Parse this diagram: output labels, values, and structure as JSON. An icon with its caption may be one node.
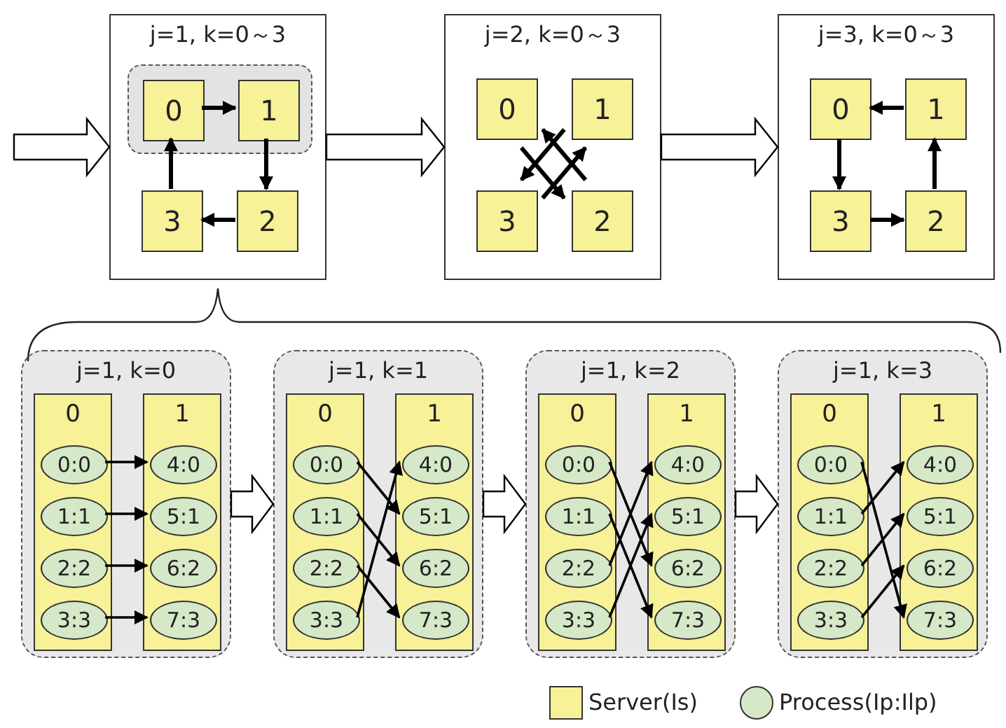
{
  "diagram": {
    "nodes": [
      {
        "text": [
          "j=1, k=0～3"
        ]
      },
      {
        "text": [],
        "shape": "box",
        "in": 0
      },
      {
        "text": [
          "0"
        ],
        "in": 1
      },
      {
        "text": [
          "1"
        ],
        "in": 1
      },
      {
        "text": [
          "3"
        ],
        "in": 0
      },
      {
        "text": [
          "2"
        ],
        "in": 0
      },
      {
        "text": [
          "j=2, k=0～3"
        ]
      },
      {
        "text": [
          "0"
        ],
        "in": 6
      },
      {
        "text": [
          "1"
        ],
        "in": 6
      },
      {
        "text": [
          "3"
        ],
        "in": 6
      },
      {
        "text": [
          "2"
        ],
        "in": 6
      },
      {
        "text": [
          "j=3, k=0～3"
        ]
      },
      {
        "text": [
          "0"
        ],
        "in": 11
      },
      {
        "text": [
          "1"
        ],
        "in": 11
      },
      {
        "text": [
          "3"
        ],
        "in": 11
      },
      {
        "text": [
          "2"
        ],
        "in": 11
      },
      {
        "text": [
          "j=1, k=0"
        ]
      },
      {
        "text": [
          "0"
        ],
        "in": 16
      },
      {
        "text": [
          "0:0"
        ],
        "in": 17
      },
      {
        "text": [
          "1:1"
        ],
        "in": 17
      },
      {
        "text": [
          "2:2"
        ],
        "in": 17
      },
      {
        "text": [
          "3:3"
        ],
        "in": 17
      },
      {
        "text": [
          "1"
        ],
        "in": 16
      },
      {
        "text": [
          "4:0"
        ],
        "in": 22
      },
      {
        "text": [
          "5:1"
        ],
        "in": 22
      },
      {
        "text": [
          "6:2"
        ],
        "in": 22
      },
      {
        "text": [
          "7:3"
        ],
        "in": 22
      },
      {
        "text": [
          "j=1, k=1"
        ]
      },
      {
        "text": [
          "0"
        ],
        "in": 27
      },
      {
        "text": [
          "0:0"
        ],
        "in": 28
      },
      {
        "text": [
          "1:1"
        ],
        "in": 28
      },
      {
        "text": [
          "2:2"
        ],
        "in": 28
      },
      {
        "text": [
          "3:3"
        ],
        "in": 28
      },
      {
        "text": [
          "1"
        ],
        "in": 27
      },
      {
        "text": [
          "4:0"
        ],
        "in": 33
      },
      {
        "text": [
          "5:1"
        ],
        "in": 33
      },
      {
        "text": [
          "6:2"
        ],
        "in": 33
      },
      {
        "text": [
          "7:3"
        ],
        "in": 33
      },
      {
        "text": [
          "j=1, k=2"
        ]
      },
      {
        "text": [
          "0"
        ],
        "in": 38
      },
      {
        "text": [
          "0:0"
        ],
        "in": 39
      },
      {
        "text": [
          "1:1"
        ],
        "in": 39
      },
      {
        "text": [
          "2:2"
        ],
        "in": 39
      },
      {
        "text": [
          "3:3"
        ],
        "in": 39
      },
      {
        "text": [
          "1"
        ],
        "in": 38
      },
      {
        "text": [
          "4:0"
        ],
        "in": 44
      },
      {
        "text": [
          "5:1"
        ],
        "in": 44
      },
      {
        "text": [
          "6:2"
        ],
        "in": 44
      },
      {
        "text": [
          "7:3"
        ],
        "in": 44
      },
      {
        "text": [
          "j=1, k=3"
        ]
      },
      {
        "text": [
          "0"
        ],
        "in": 49
      },
      {
        "text": [
          "0:0"
        ],
        "in": 50
      },
      {
        "text": [
          "1:1"
        ],
        "in": 50
      },
      {
        "text": [
          "2:2"
        ],
        "in": 50
      },
      {
        "text": [
          "3:3"
        ],
        "in": 50
      },
      {
        "text": [
          "1"
        ],
        "in": 49
      },
      {
        "text": [
          "4:0"
        ],
        "in": 55
      },
      {
        "text": [
          "5:1"
        ],
        "in": 55
      },
      {
        "text": [
          "6:2"
        ],
        "in": 55
      },
      {
        "text": [
          "7:3"
        ],
        "in": 55
      }
    ],
    "edges": [
      {
        "from": null,
        "to": 0,
        "arrow": "to",
        "style": "thick"
      },
      {
        "from": 0,
        "to": 6,
        "arrow": "to",
        "style": "thick"
      },
      {
        "from": 6,
        "to": 11,
        "arrow": "to",
        "style": "thick"
      },
      {
        "from": 2,
        "to": 3,
        "arrow": "to"
      },
      {
        "from": 3,
        "to": 5,
        "arrow": "to"
      },
      {
        "from": 5,
        "to": 4,
        "arrow": "to"
      },
      {
        "from": 4,
        "to": 2,
        "arrow": "to"
      },
      {
        "from": 7,
        "to": 10,
        "arrow": "to"
      },
      {
        "from": 10,
        "to": 7,
        "arrow": "to"
      },
      {
        "from": 9,
        "to": 8,
        "arrow": "to"
      },
      {
        "from": 8,
        "to": 9,
        "arrow": "to"
      },
      {
        "from": 13,
        "to": 12,
        "arrow": "to"
      },
      {
        "from": 12,
        "to": 14,
        "arrow": "to"
      },
      {
        "from": 14,
        "to": 15,
        "arrow": "to"
      },
      {
        "from": 15,
        "to": 13,
        "arrow": "to"
      },
      {
        "from": 16,
        "to": 27,
        "arrow": "to",
        "style": "thick"
      },
      {
        "from": 27,
        "to": 38,
        "arrow": "to",
        "style": "thick"
      },
      {
        "from": 38,
        "to": 49,
        "arrow": "to",
        "style": "thick"
      },
      {
        "from": 18,
        "to": 23,
        "arrow": "to"
      },
      {
        "from": 19,
        "to": 24,
        "arrow": "to"
      },
      {
        "from": 20,
        "to": 25,
        "arrow": "to"
      },
      {
        "from": 21,
        "to": 26,
        "arrow": "to"
      },
      {
        "from": 29,
        "to": 35,
        "arrow": "to"
      },
      {
        "from": 30,
        "to": 36,
        "arrow": "to"
      },
      {
        "from": 31,
        "to": 37,
        "arrow": "to"
      },
      {
        "from": 32,
        "to": 34,
        "arrow": "to"
      },
      {
        "from": 40,
        "to": 47,
        "arrow": "to"
      },
      {
        "from": 41,
        "to": 48,
        "arrow": "to"
      },
      {
        "from": 42,
        "to": 45,
        "arrow": "to"
      },
      {
        "from": 43,
        "to": 46,
        "arrow": "to"
      },
      {
        "from": 51,
        "to": 59,
        "arrow": "to"
      },
      {
        "from": 52,
        "to": 56,
        "arrow": "to"
      },
      {
        "from": 53,
        "to": 57,
        "arrow": "to"
      },
      {
        "from": 54,
        "to": 58,
        "arrow": "to"
      }
    ],
    "legend": [
      {
        "text": "Server(Is)",
        "color": "#f7f197"
      },
      {
        "text": "Process(Ip:Ilp)",
        "color": "#d5e8c8"
      }
    ]
  }
}
